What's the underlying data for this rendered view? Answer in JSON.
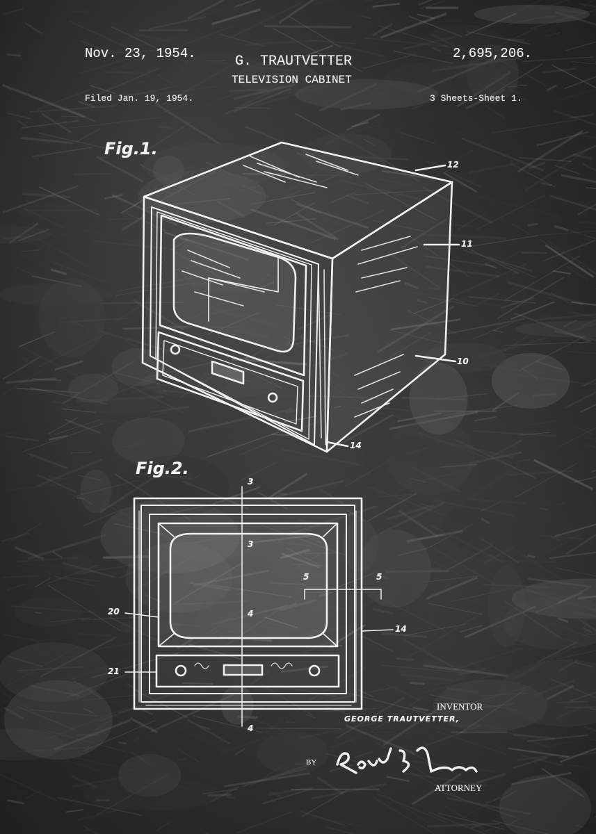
{
  "header": {
    "date": "Nov. 23, 1954.",
    "inventor_name": "G. TRAUTVETTER",
    "title": "TELEVISION CABINET",
    "patent_number": "2,695,206.",
    "filed": "Filed Jan. 19, 1954.",
    "sheets": "3 Sheets-Sheet 1."
  },
  "figures": {
    "fig1": {
      "label": "Fig.1.",
      "refs": [
        "12",
        "11",
        "10",
        "14"
      ]
    },
    "fig2": {
      "label": "Fig.2.",
      "refs": [
        "3",
        "3",
        "5",
        "5",
        "20",
        "4",
        "14",
        "21",
        "4"
      ]
    }
  },
  "footer": {
    "inventor_label": "INVENTOR",
    "inventor_full": "GEORGE TRAUTVETTER,",
    "by": "BY",
    "signature": "Robert B. Larson",
    "attorney_label": "ATTORNEY"
  },
  "colors": {
    "background": "#2e2e2e",
    "ink": "#efefef"
  }
}
